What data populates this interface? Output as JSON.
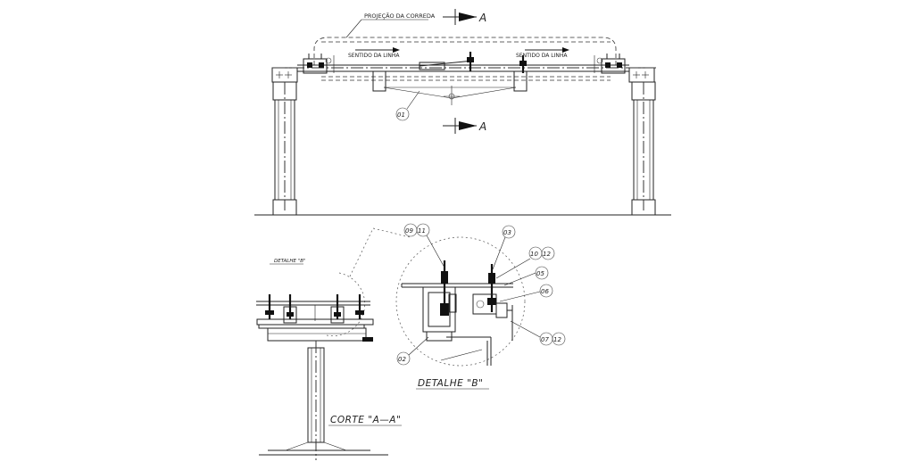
{
  "labels": {
    "runway_projection": "PROJEÇÃO DA CORREDA",
    "line_direction": "SENTIDO DA LINHA",
    "section_a": "A",
    "detail_b_ref": "DETALHE \"B\"",
    "detail_b_title": "DETALHE \"B\"",
    "section_aa_title": "CORTE \"A—A\""
  },
  "callouts": {
    "c01": "01",
    "c02": "02",
    "c03": "03",
    "c05": "05",
    "c06": "06",
    "c09": "09",
    "c11": "11",
    "c10": "10",
    "c12a": "12",
    "c07": "07",
    "c12b": "12"
  }
}
